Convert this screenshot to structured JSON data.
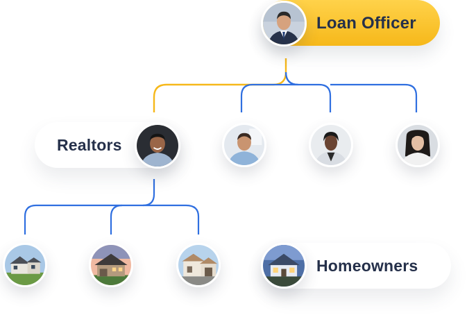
{
  "nodes": {
    "loan_officer": {
      "label": "Loan Officer"
    },
    "realtors": {
      "label": "Realtors"
    },
    "homeowners": {
      "label": "Homeowners"
    }
  },
  "colors": {
    "accent_yellow": "#f6b81a",
    "line_blue": "#2f6fe0",
    "text_dark": "#25304a"
  },
  "icons": {
    "loan_officer_photo": "man-in-suit-portrait",
    "realtor_photos": [
      "smiling-man-portrait",
      "man-in-blue-shirt-portrait",
      "woman-smiling-portrait",
      "woman-long-hair-portrait"
    ],
    "house_photos": [
      "house-photo",
      "house-photo",
      "house-photo",
      "house-photo"
    ]
  }
}
